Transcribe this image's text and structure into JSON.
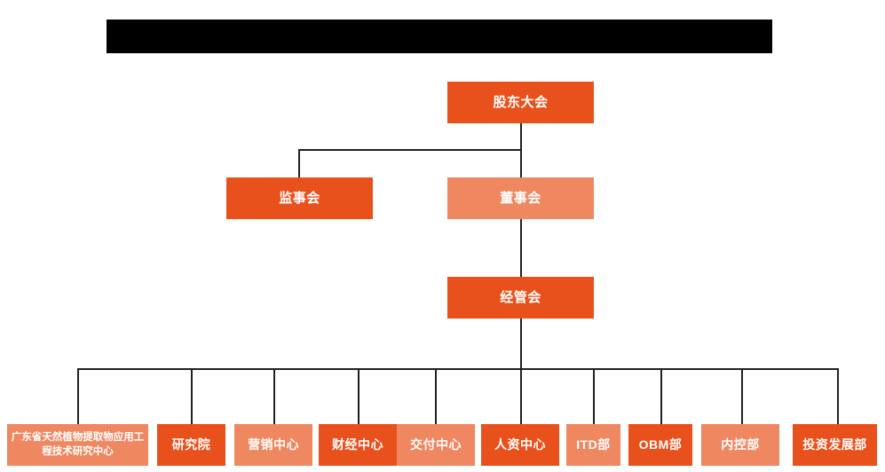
{
  "title_bar": {
    "name": "redacted-title-bar",
    "color": "#000000",
    "label": ""
  },
  "palette": {
    "dark_orange": "#E8511C",
    "light_orange": "#EF8761",
    "line_color": "#231F20",
    "background": "#FFFFFF",
    "text_color": "#FFFFFF"
  },
  "chart_data": {
    "type": "diagram",
    "title": "",
    "levels": [
      {
        "level": 1,
        "nodes": [
          {
            "id": "shareholders",
            "label": "股东大会",
            "tone": "dark"
          }
        ]
      },
      {
        "level": 2,
        "nodes": [
          {
            "id": "supervisors",
            "label": "监事会",
            "tone": "dark"
          },
          {
            "id": "directors",
            "label": "董事会",
            "tone": "light"
          }
        ]
      },
      {
        "level": 3,
        "nodes": [
          {
            "id": "management",
            "label": "经管会",
            "tone": "dark"
          }
        ]
      },
      {
        "level": 4,
        "nodes": [
          {
            "id": "research-center",
            "label": "广东省天然植物提取物应用工程技术研究中心",
            "tone": "light"
          },
          {
            "id": "research-institute",
            "label": "研究院",
            "tone": "dark"
          },
          {
            "id": "marketing-center",
            "label": "营销中心",
            "tone": "light"
          },
          {
            "id": "finance-center",
            "label": "财经中心",
            "tone": "dark"
          },
          {
            "id": "delivery-center",
            "label": "交付中心",
            "tone": "light"
          },
          {
            "id": "hr-center",
            "label": "人资中心",
            "tone": "dark"
          },
          {
            "id": "itd-department",
            "label": "ITD部",
            "tone": "light"
          },
          {
            "id": "obm-department",
            "label": "OBM部",
            "tone": "dark"
          },
          {
            "id": "internal-control-department",
            "label": "内控部",
            "tone": "light"
          },
          {
            "id": "investment-development-department",
            "label": "投资发展部",
            "tone": "dark"
          }
        ]
      }
    ],
    "edges": [
      {
        "from": "shareholders",
        "to": "supervisors"
      },
      {
        "from": "shareholders",
        "to": "directors"
      },
      {
        "from": "directors",
        "to": "management"
      },
      {
        "from": "management",
        "to": "research-center"
      },
      {
        "from": "management",
        "to": "research-institute"
      },
      {
        "from": "management",
        "to": "marketing-center"
      },
      {
        "from": "management",
        "to": "finance-center"
      },
      {
        "from": "management",
        "to": "delivery-center"
      },
      {
        "from": "management",
        "to": "hr-center"
      },
      {
        "from": "management",
        "to": "itd-department"
      },
      {
        "from": "management",
        "to": "obm-department"
      },
      {
        "from": "management",
        "to": "internal-control-department"
      },
      {
        "from": "management",
        "to": "investment-development-department"
      }
    ]
  }
}
